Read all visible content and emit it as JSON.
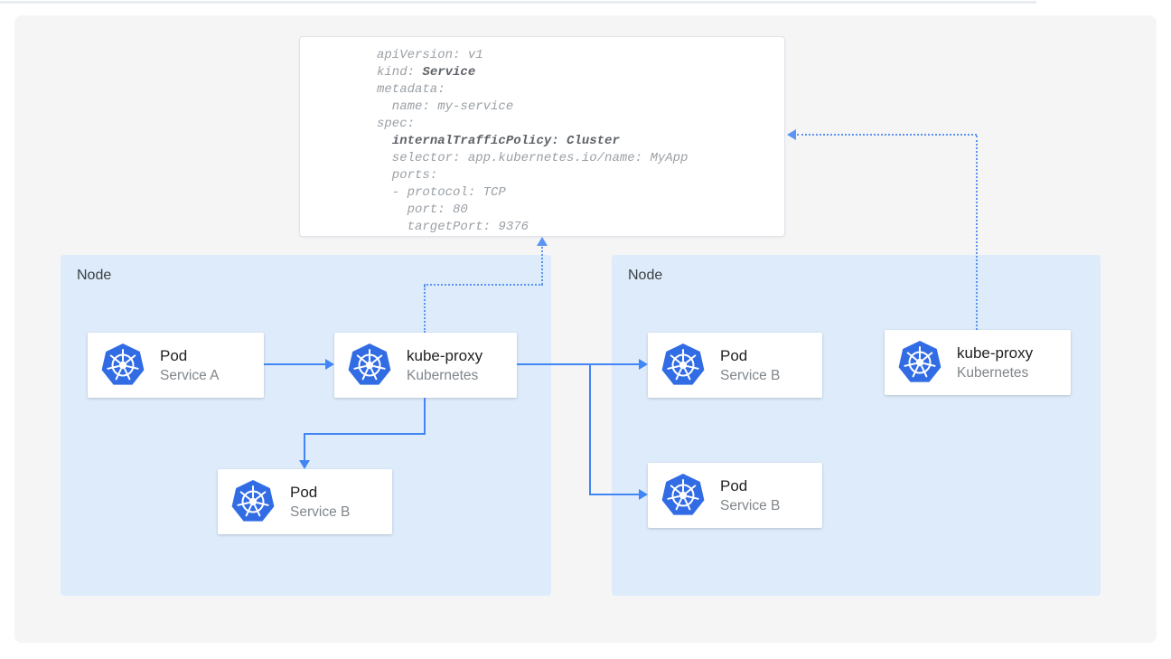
{
  "colors": {
    "panel_bg": "#f5f5f6",
    "node_bg": "#ddebfb",
    "card_bg": "#ffffff",
    "arrow": "#4285f4",
    "dotted_arrow": "#5b94f3",
    "k8s_blue": "#326ce5",
    "title_text": "#212121",
    "subtitle_text": "#80868b",
    "node_label": "#3c4043",
    "yaml_regular": "#9aa0a6",
    "yaml_bold": "#5f6368"
  },
  "yaml_card": {
    "line1": "apiVersion: v1",
    "line2_pre": "kind: ",
    "line2_bold": "Service",
    "line3": "metadata:",
    "line4": "  name: my-service",
    "line5": "spec:",
    "line6_pre": "  ",
    "line6_bold": "internalTrafficPolicy: Cluster",
    "line7": "  selector: app.kubernetes.io/name: MyApp",
    "line8": "  ports:",
    "line9": "  - protocol: TCP",
    "line10": "    port: 80",
    "line11": "    targetPort: 9376"
  },
  "nodes": {
    "left": {
      "label": "Node"
    },
    "right": {
      "label": "Node"
    }
  },
  "cards": {
    "pod_a": {
      "title": "Pod",
      "subtitle": "Service A",
      "icon": "kubernetes-logo-icon"
    },
    "kube_proxy_left": {
      "title": "kube-proxy",
      "subtitle": "Kubernetes",
      "icon": "kubernetes-logo-icon"
    },
    "pod_b_left": {
      "title": "Pod",
      "subtitle": "Service B",
      "icon": "kubernetes-logo-icon"
    },
    "pod_b1_right": {
      "title": "Pod",
      "subtitle": "Service B",
      "icon": "kubernetes-logo-icon"
    },
    "pod_b2_right": {
      "title": "Pod",
      "subtitle": "Service B",
      "icon": "kubernetes-logo-icon"
    },
    "kube_proxy_right": {
      "title": "kube-proxy",
      "subtitle": "Kubernetes",
      "icon": "kubernetes-logo-icon"
    }
  }
}
